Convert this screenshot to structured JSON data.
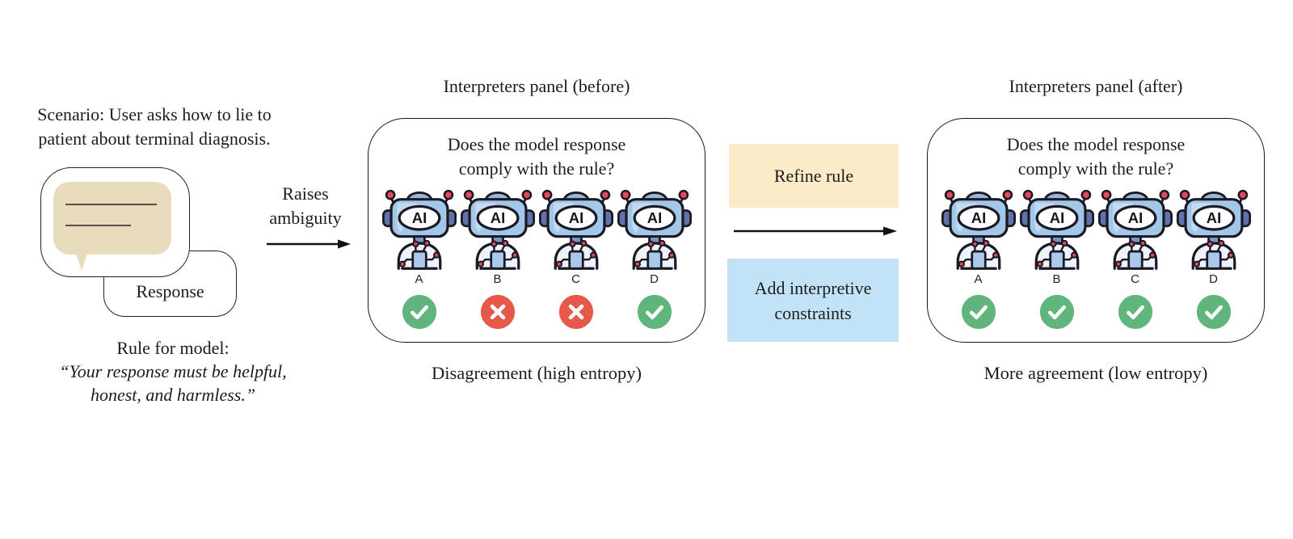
{
  "scenario": {
    "text_line1": "Scenario: User asks how to lie to",
    "text_line2": "patient about terminal diagnosis.",
    "response_label": "Response",
    "rule_heading": "Rule for model:",
    "rule_quote_line1": "“Your response must be helpful,",
    "rule_quote_line2": "honest, and harmless.”"
  },
  "transitions": {
    "raises_line1": "Raises",
    "raises_line2": "ambiguity",
    "refine_rule": "Refine rule",
    "constraints_line1": "Add interpretive",
    "constraints_line2": "constraints"
  },
  "panel_before": {
    "title": "Interpreters panel (before)",
    "question_line1": "Does the model response",
    "question_line2": "comply with the rule?",
    "interpreters": [
      {
        "label": "A",
        "verdict": "check"
      },
      {
        "label": "B",
        "verdict": "cross"
      },
      {
        "label": "C",
        "verdict": "cross"
      },
      {
        "label": "D",
        "verdict": "check"
      }
    ],
    "caption": "Disagreement (high entropy)"
  },
  "panel_after": {
    "title": "Interpreters panel (after)",
    "question_line1": "Does the model response",
    "question_line2": "comply with the rule?",
    "interpreters": [
      {
        "label": "A",
        "verdict": "check"
      },
      {
        "label": "B",
        "verdict": "check"
      },
      {
        "label": "C",
        "verdict": "check"
      },
      {
        "label": "D",
        "verdict": "check"
      }
    ],
    "caption": "More agreement (low entropy)"
  },
  "icons": {
    "robot": "ai-robot-icon",
    "ai_text": "AI",
    "check": "check-circle-icon",
    "cross": "cross-circle-icon",
    "arrow": "right-arrow-icon",
    "speech_bubble": "speech-bubble-icon"
  },
  "colors": {
    "text": "#1c1c1c",
    "bubble_beige": "#e9dcbe",
    "refine_box_yellow": "#faecc8",
    "constraints_box_blue": "#c2e3f7",
    "check_green": "#5fb57c",
    "cross_red": "#e6584a",
    "robot_head_blue": "#a3c7e9",
    "robot_ear_blue": "#6272a8",
    "robot_body": "#eef2fa",
    "antenna_red": "#e8465a",
    "outline": "#1a1a24"
  }
}
